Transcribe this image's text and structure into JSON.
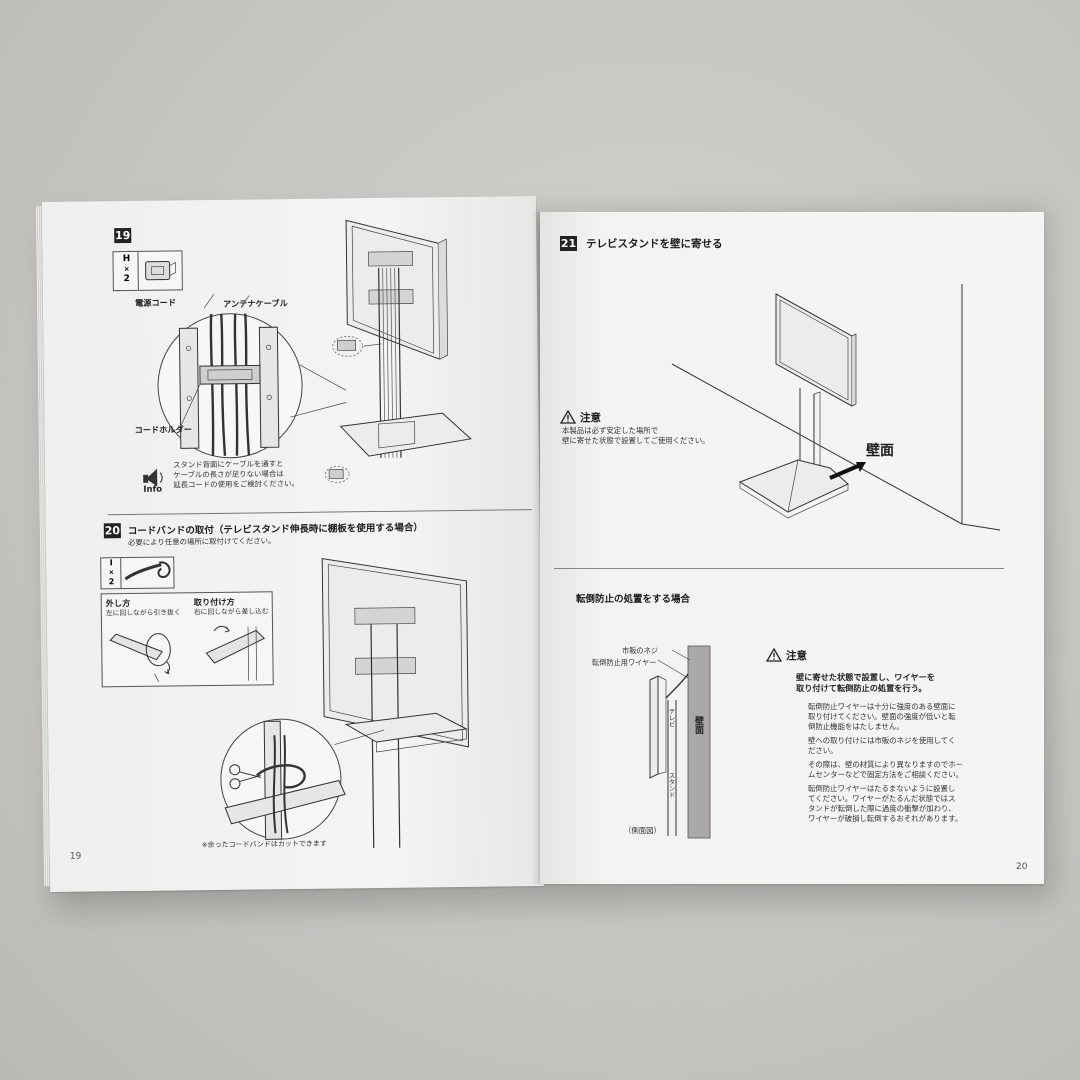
{
  "left_page": {
    "page_number": "19",
    "step19": {
      "number": "19",
      "part_letter": "H",
      "part_times": "×",
      "part_qty": "2",
      "label_power_cord": "電源コード",
      "label_antenna_cable": "アンテナケーブル",
      "label_cord_holder": "コードホルダー",
      "info_label": "Info",
      "info_text": [
        "スタンド背面にケーブルを通すと",
        "ケーブルの長さが足りない場合は",
        "延長コードの使用をご検討ください。"
      ]
    },
    "step20": {
      "number": "20",
      "title": "コードバンドの取付（テレビスタンド伸長時に棚板を使用する場合）",
      "subtitle": "必要により任意の場所に取付けてください。",
      "part_letter": "I",
      "part_times": "×",
      "part_qty": "2",
      "remove_title": "外し方",
      "remove_text": "左に回しながら引き抜く",
      "attach_title": "取り付け方",
      "attach_text": "右に回しながら差し込む",
      "note": "※余ったコードバンドはカットできます"
    }
  },
  "right_page": {
    "page_number": "20",
    "step21": {
      "number": "21",
      "title": "テレビスタンドを壁に寄せる",
      "caution_title": "注意",
      "caution_text": [
        "本製品は必ず安定した場所で",
        "壁に寄せた状態で設置してご使用ください。"
      ],
      "wall_label": "壁面"
    },
    "anti_tip": {
      "title": "転倒防止の処置をする場合",
      "label_screw": "市販のネジ",
      "label_wire": "転倒防止用ワイヤー",
      "label_tv": "テレビ",
      "label_wall": "壁面",
      "label_stand": "スタンド",
      "label_side_view": "（側面図）",
      "caution_title": "注意",
      "caution_bold": [
        "壁に寄せた状態で設置し、ワイヤーを",
        "取り付けて転倒防止の処置を行う。"
      ],
      "bullets": [
        [
          "転倒防止ワイヤーは十分に強度のある壁面に",
          "取り付けてください。壁面の強度が低いと転",
          "倒防止機能をはたしません。"
        ],
        [
          "壁への取り付けには市販のネジを使用してく",
          "ださい。"
        ],
        [
          "その際は、壁の材質により異なりますのでホー",
          "ムセンターなどで固定方法をご相談ください。"
        ],
        [
          "転倒防止ワイヤーはたるまないように設置し",
          "てください。ワイヤーがたるんだ状態ではス",
          "タンドが転倒した際に過度の衝撃が加わり、",
          "ワイヤーが破損し転倒するおそれがあります。"
        ]
      ]
    }
  }
}
